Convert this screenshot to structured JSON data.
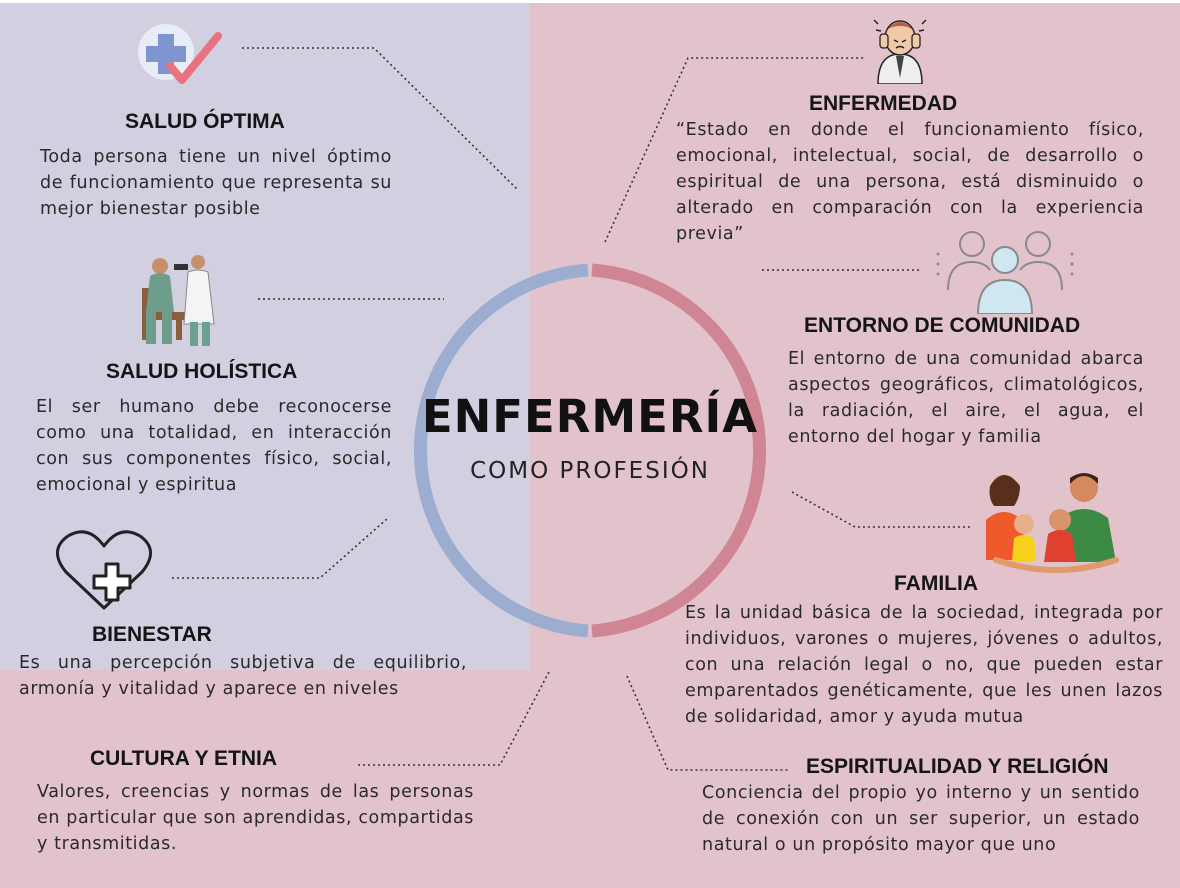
{
  "center": {
    "title": "ENFERMERÍA",
    "subtitle": "COMO PROFESIÓN"
  },
  "nodes": {
    "salud_optima": {
      "heading": "SALUD ÓPTIMA",
      "text": "Toda persona tiene un nivel óptimo de funcionamiento que representa su mejor bienestar posible"
    },
    "salud_holistica": {
      "heading": "SALUD HOLÍSTICA",
      "text": "El ser humano debe reconocerse como una totalidad, en interacción con sus componentes físico, social, emocional y espiritua"
    },
    "bienestar": {
      "heading": "BIENESTAR",
      "text": "Es una percepción subjetiva de equilibrio, armonía y vitalidad y aparece en niveles"
    },
    "cultura": {
      "heading": "CULTURA Y ETNIA",
      "text": "Valores, creencias y normas de las personas en particular que son aprendidas, compartidas y transmitidas."
    },
    "enfermedad": {
      "heading": "ENFERMEDAD",
      "text": "“Estado en donde el funcionamiento físico, emocional, intelectual, social, de desarrollo o espiritual de una persona, está disminuido o alterado en comparación con la experiencia previa”"
    },
    "entorno": {
      "heading": "ENTORNO DE COMUNIDAD",
      "text": "El entorno de una comunidad abarca aspectos geográficos, climatológicos, la radiación, el aire, el agua, el entorno del hogar y familia"
    },
    "familia": {
      "heading": "FAMILIA",
      "text": "Es la unidad básica de la sociedad, integrada por individuos, varones o mujeres, jóvenes o adultos, con una relación legal o no, que pueden estar emparentados genéticamente, que les unen lazos de solidaridad, amor y ayuda mutua"
    },
    "espiritualidad": {
      "heading": "ESPIRITUALIDAD Y RELIGIÓN",
      "text": "Conciencia del propio yo interno y un sentido de conexión con un ser superior, un estado natural o un propósito mayor que uno"
    }
  },
  "icons": [
    "medical-cross-check-icon",
    "stressed-person-icon",
    "vaccination-icon",
    "community-people-icon",
    "heart-plus-icon",
    "family-icon"
  ],
  "colors": {
    "left_bg": "#d2cfe1",
    "right_bg": "#e3c3cb",
    "ring_blue": "#9cadd0",
    "ring_pink": "#cf8593"
  }
}
